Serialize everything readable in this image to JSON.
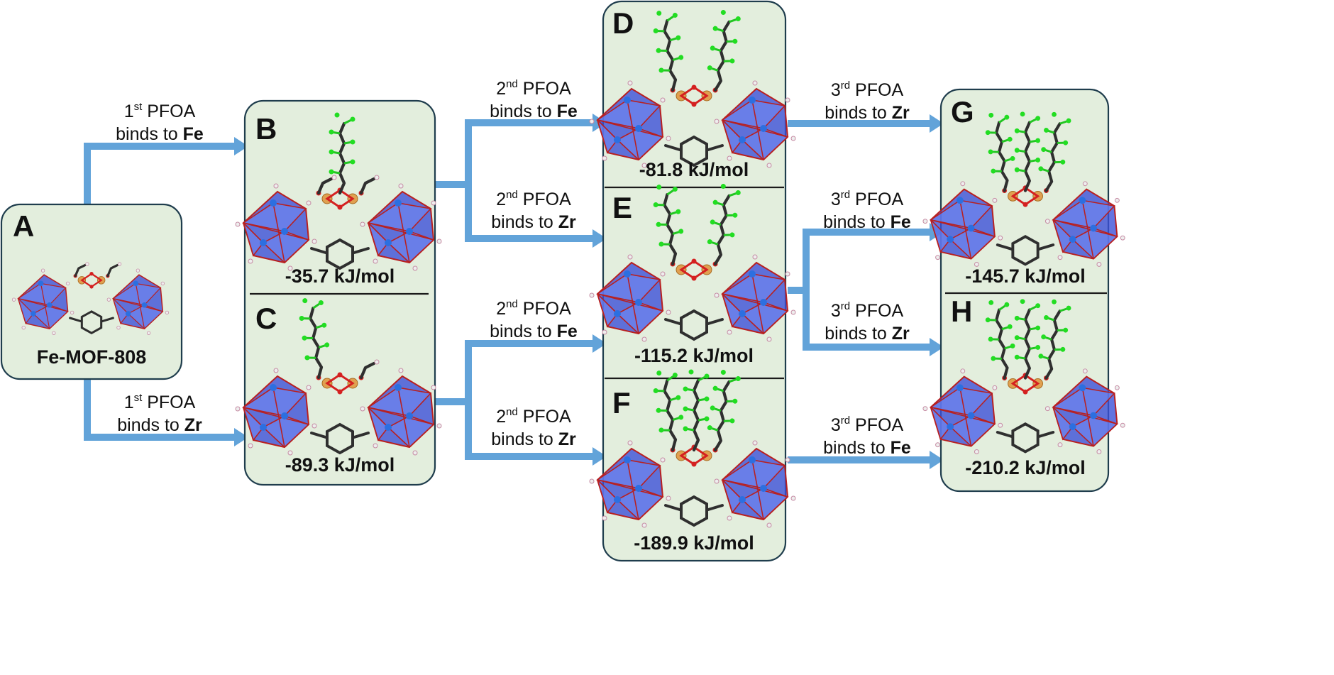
{
  "panels": [
    {
      "letter": "A",
      "label": "Fe-MOF-808"
    },
    {
      "letter": "B",
      "energy": "-35.7 kJ/mol"
    },
    {
      "letter": "C",
      "energy": "-89.3 kJ/mol"
    },
    {
      "letter": "D",
      "energy": "-81.8 kJ/mol"
    },
    {
      "letter": "E",
      "energy": "-115.2 kJ/mol"
    },
    {
      "letter": "F",
      "energy": "-189.9 kJ/mol"
    },
    {
      "letter": "G",
      "energy": "-145.7 kJ/mol"
    },
    {
      "letter": "H",
      "energy": "-210.2 kJ/mol"
    }
  ],
  "edges": [
    {
      "from": "A",
      "to": "B",
      "ordinal": "1",
      "suffix": "st",
      "molecule": "PFOA",
      "verb": "binds to",
      "metal": "Fe"
    },
    {
      "from": "A",
      "to": "C",
      "ordinal": "1",
      "suffix": "st",
      "molecule": "PFOA",
      "verb": "binds to",
      "metal": "Zr"
    },
    {
      "from": "B",
      "to": "D",
      "ordinal": "2",
      "suffix": "nd",
      "molecule": "PFOA",
      "verb": "binds to",
      "metal": "Fe"
    },
    {
      "from": "B",
      "to": "E",
      "ordinal": "2",
      "suffix": "nd",
      "molecule": "PFOA",
      "verb": "binds to",
      "metal": "Zr"
    },
    {
      "from": "C",
      "to": "E",
      "ordinal": "2",
      "suffix": "nd",
      "molecule": "PFOA",
      "verb": "binds to",
      "metal": "Fe"
    },
    {
      "from": "C",
      "to": "F",
      "ordinal": "2",
      "suffix": "nd",
      "molecule": "PFOA",
      "verb": "binds to",
      "metal": "Zr"
    },
    {
      "from": "D",
      "to": "G",
      "ordinal": "3",
      "suffix": "rd",
      "molecule": "PFOA",
      "verb": "binds to",
      "metal": "Zr"
    },
    {
      "from": "E",
      "to": "G",
      "ordinal": "3",
      "suffix": "rd",
      "molecule": "PFOA",
      "verb": "binds to",
      "metal": "Fe"
    },
    {
      "from": "E",
      "to": "H",
      "ordinal": "3",
      "suffix": "rd",
      "molecule": "PFOA",
      "verb": "binds to",
      "metal": "Zr"
    },
    {
      "from": "F",
      "to": "H",
      "ordinal": "3",
      "suffix": "rd",
      "molecule": "PFOA",
      "verb": "binds to",
      "metal": "Fe"
    }
  ],
  "colors": {
    "panel_fill": "#e3eedd",
    "panel_border": "#1f3d4d",
    "arrow": "#62a3d9",
    "cluster": "#3c50d8",
    "fluorine": "#22dd22",
    "oxygen": "#d42020",
    "metal_site": "#e0a050"
  }
}
